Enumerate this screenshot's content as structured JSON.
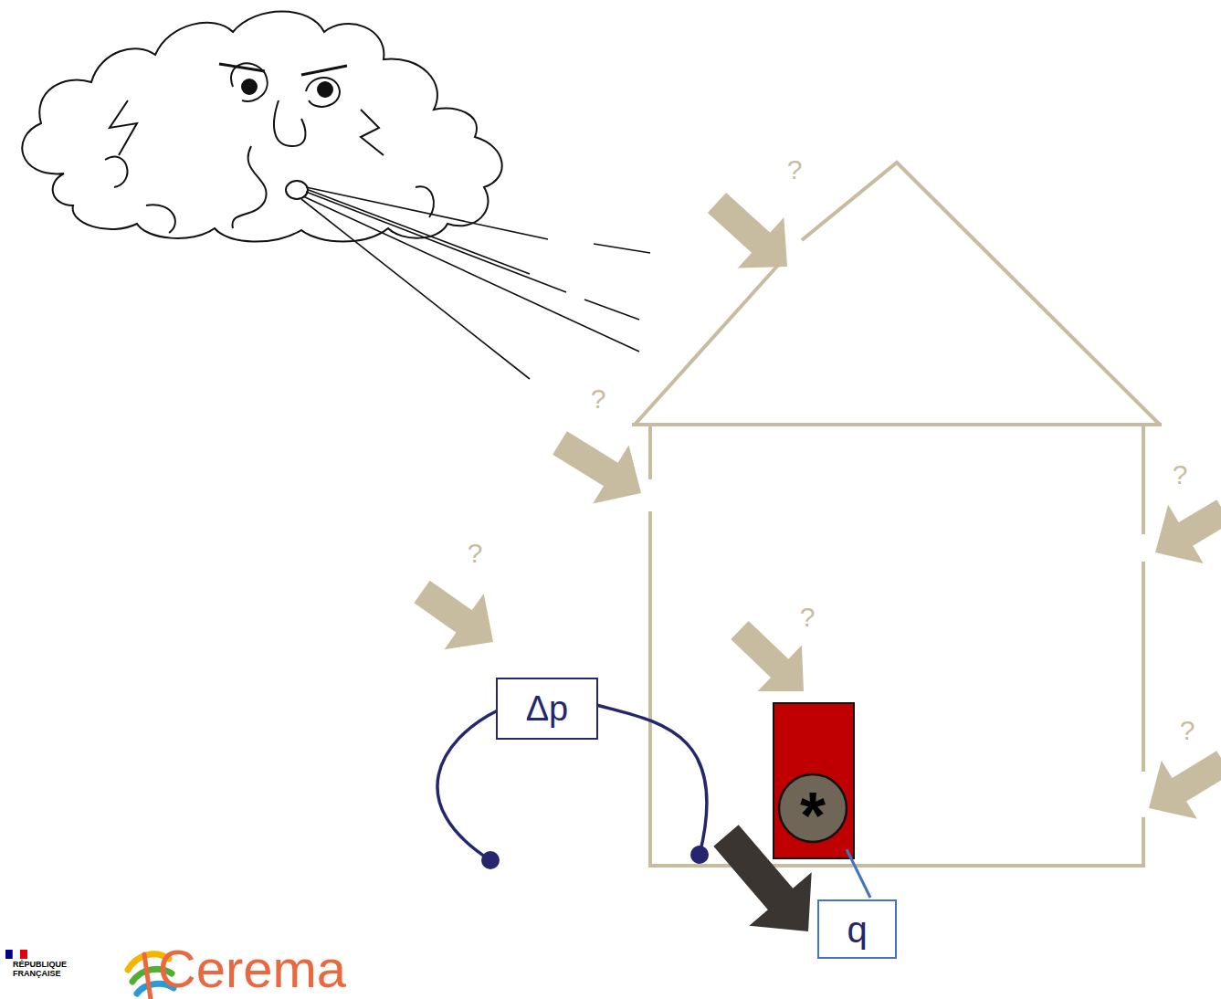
{
  "diagram": {
    "nodes": [
      {
        "text": [
          "Δp"
        ]
      },
      {
        "text": [
          "q"
        ]
      }
    ],
    "labels": [
      "?",
      "?",
      "?",
      "?",
      "?",
      "?",
      "*",
      "RÉPUBLIQUE FRANÇAISE",
      "Cerema"
    ]
  }
}
